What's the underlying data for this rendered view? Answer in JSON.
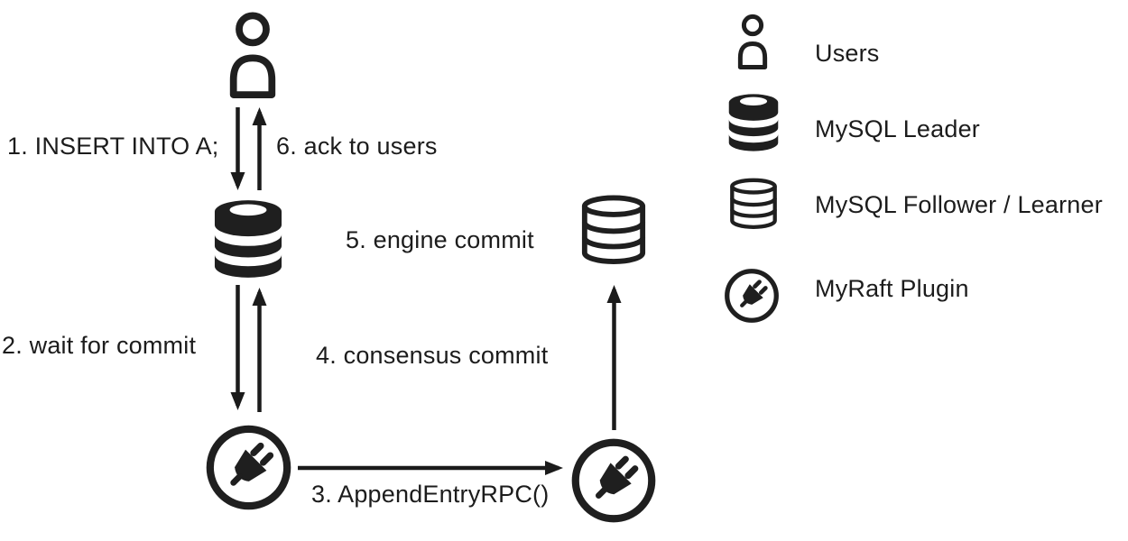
{
  "canvas": {
    "background": "#ffffff",
    "ink": "#1f1f1f"
  },
  "steps": {
    "s1": "1. INSERT INTO A;",
    "s2": "2. wait for commit",
    "s3": "3. AppendEntryRPC()",
    "s4": "4. consensus commit",
    "s5": "5. engine commit",
    "s6": "6. ack to users"
  },
  "nodes": [
    {
      "id": "user",
      "icon": "user-icon"
    },
    {
      "id": "mysql-leader",
      "icon": "database-filled-icon"
    },
    {
      "id": "myraft-plugin-leader",
      "icon": "plug-icon"
    },
    {
      "id": "myraft-plugin-follower",
      "icon": "plug-icon"
    },
    {
      "id": "mysql-follower",
      "icon": "database-outline-icon"
    }
  ],
  "legend": {
    "items": [
      {
        "icon": "user-icon",
        "label": "Users"
      },
      {
        "icon": "database-filled-icon",
        "label": "MySQL Leader"
      },
      {
        "icon": "database-outline-icon",
        "label": "MySQL Follower / Learner"
      },
      {
        "icon": "plug-icon",
        "label": "MyRaft Plugin"
      }
    ]
  }
}
